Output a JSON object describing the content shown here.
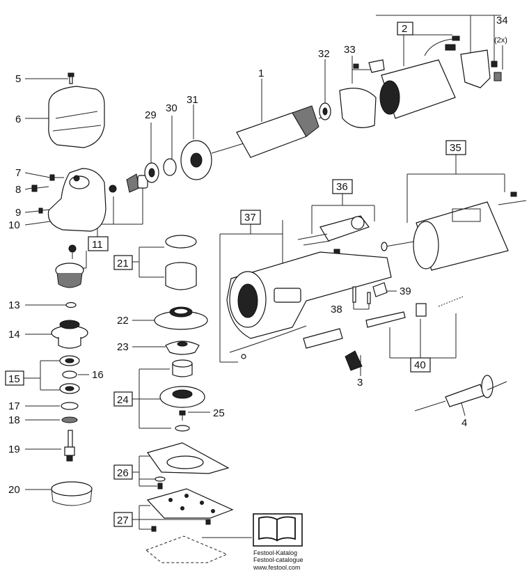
{
  "parts": {
    "p1": "1",
    "p2": "2",
    "p3": "3",
    "p4": "4",
    "p5": "5",
    "p6": "6",
    "p7": "7",
    "p8": "8",
    "p9": "9",
    "p10": "10",
    "p11": "11",
    "p13": "13",
    "p14": "14",
    "p15": "15",
    "p16": "16",
    "p17": "17",
    "p18": "18",
    "p19": "19",
    "p20": "20",
    "p21": "21",
    "p22": "22",
    "p23": "23",
    "p24": "24",
    "p25": "25",
    "p26": "26",
    "p27": "27",
    "p29": "29",
    "p30": "30",
    "p31": "31",
    "p32": "32",
    "p33": "33",
    "p34": "34",
    "p34_note": "(2x)",
    "p35": "35",
    "p36": "36",
    "p37": "37",
    "p38": "38",
    "p39": "39",
    "p40": "40"
  },
  "catalog": {
    "line1": "Festool-Katalog",
    "line2": "Festool-catalogue",
    "url": "www.festool.com",
    "icon": "book-icon"
  }
}
